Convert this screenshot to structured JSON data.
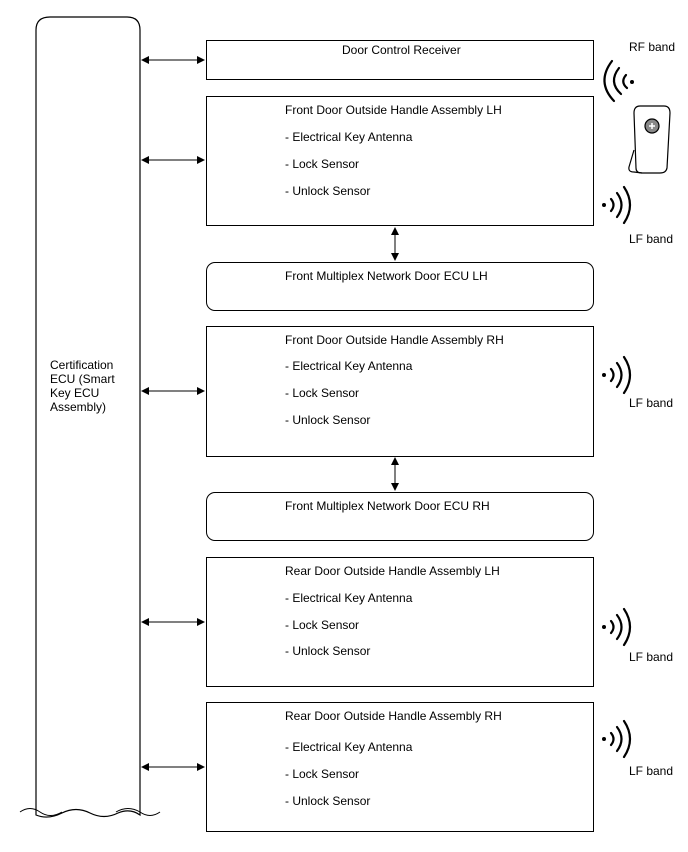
{
  "ecu": {
    "label_lines": [
      "Certification",
      "ECU (Smart",
      "Key ECU",
      "Assembly)"
    ]
  },
  "receiver": {
    "title": "Door Control Receiver",
    "band": "RF band"
  },
  "handles": [
    {
      "title": "Front Door Outside Handle Assembly LH",
      "items": [
        "- Electrical Key Antenna",
        "- Lock Sensor",
        "- Unlock Sensor"
      ],
      "band": "LF band"
    },
    {
      "title": "Front Door Outside Handle Assembly RH",
      "items": [
        "- Electrical Key Antenna",
        "- Lock Sensor",
        "- Unlock Sensor"
      ],
      "band": "LF band"
    },
    {
      "title": "Rear Door Outside Handle Assembly LH",
      "items": [
        "- Electrical Key Antenna",
        "- Lock Sensor",
        "- Unlock Sensor"
      ],
      "band": "LF band"
    },
    {
      "title": "Rear Door Outside Handle Assembly RH",
      "items": [
        "- Electrical Key Antenna",
        "- Lock Sensor",
        "- Unlock Sensor"
      ],
      "band": "LF band"
    }
  ],
  "door_ecus": [
    {
      "title": "Front Multiplex Network Door ECU LH"
    },
    {
      "title": "Front Multiplex Network Door ECU RH"
    }
  ]
}
